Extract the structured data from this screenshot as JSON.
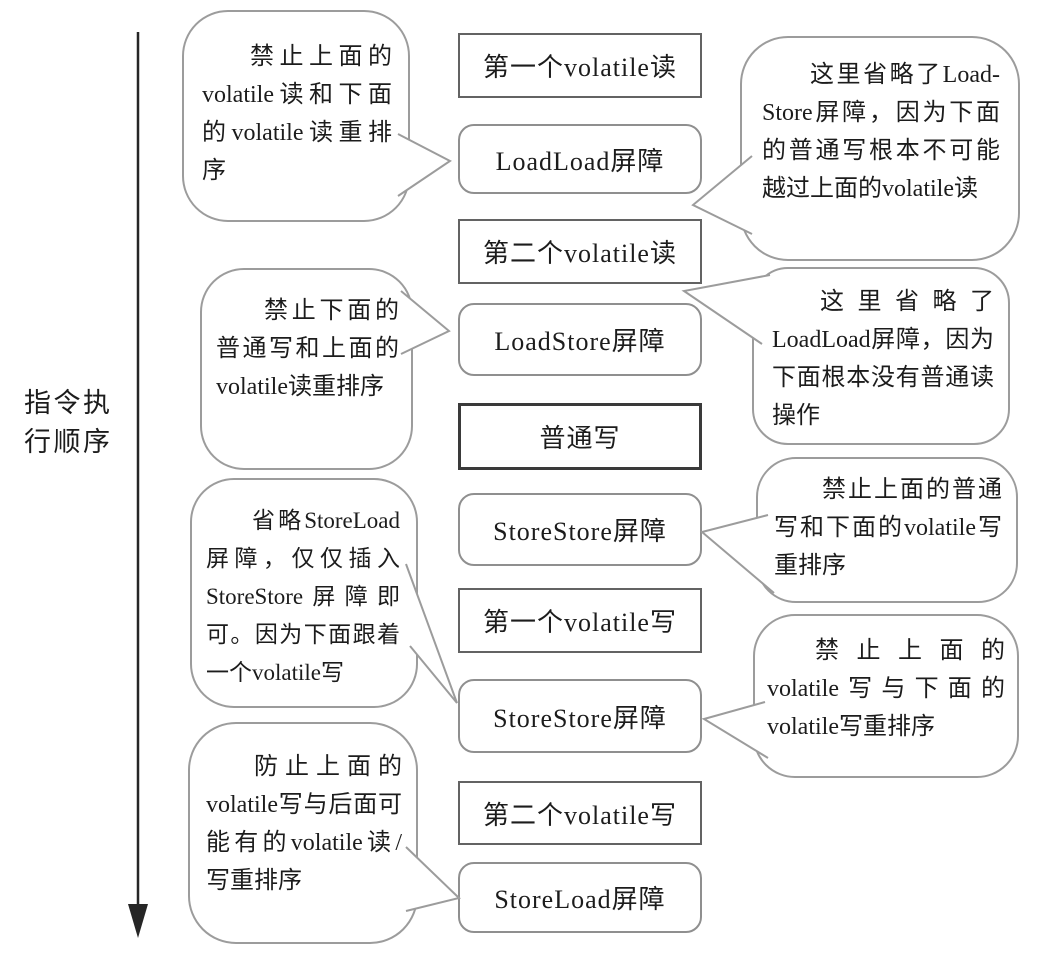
{
  "axis_label": "指令执行顺序",
  "boxes": [
    {
      "label": "第一个volatile读",
      "type": "instruction"
    },
    {
      "label": "LoadLoad屏障",
      "type": "barrier"
    },
    {
      "label": "第二个volatile读",
      "type": "instruction"
    },
    {
      "label": "LoadStore屏障",
      "type": "barrier"
    },
    {
      "label": "普通写",
      "type": "instruction-emphasis"
    },
    {
      "label": "StoreStore屏障",
      "type": "barrier"
    },
    {
      "label": "第一个volatile写",
      "type": "instruction"
    },
    {
      "label": "StoreStore屏障",
      "type": "barrier"
    },
    {
      "label": "第二个volatile写",
      "type": "instruction"
    },
    {
      "label": "StoreLoad屏障",
      "type": "barrier"
    }
  ],
  "left_callouts": [
    {
      "text": "禁止上面的volatile读和下面的volatile读重排序",
      "points_to": "LoadLoad屏障"
    },
    {
      "text": "禁止下面的普通写和上面的volatile读重排序",
      "points_to": "LoadStore屏障"
    },
    {
      "text": "省略StoreLoad屏障，仅仅插入StoreStore屏障即可。因为下面跟着一个volatile写",
      "points_to": "StoreStore屏障"
    },
    {
      "text": "防止上面的volatile写与后面可能有的volatile读/写重排序",
      "points_to": "StoreLoad屏障"
    }
  ],
  "right_callouts": [
    {
      "text": "这里省略了Load-Store屏障，因为下面的普通写根本不可能越过上面的volatile读",
      "points_to": "LoadLoad屏障"
    },
    {
      "text": "这里省略了LoadLoad屏障，因为下面根本没有普通读操作",
      "points_to": "第二个volatile读"
    },
    {
      "text": "禁止上面的普通写和下面的volatile写重排序",
      "points_to": "StoreStore屏障"
    },
    {
      "text": "禁止上面的volatile写与下面的volatile写重排序",
      "points_to": "StoreStore屏障"
    }
  ],
  "colors": {
    "background": "#ffffff",
    "text": "#1c1c1c",
    "instruction_border": "#636363",
    "emphasis_border": "#3a3a3a",
    "barrier_border": "#8f8f8f",
    "bubble_border": "#9c9c9c",
    "arrow": "#262626"
  }
}
